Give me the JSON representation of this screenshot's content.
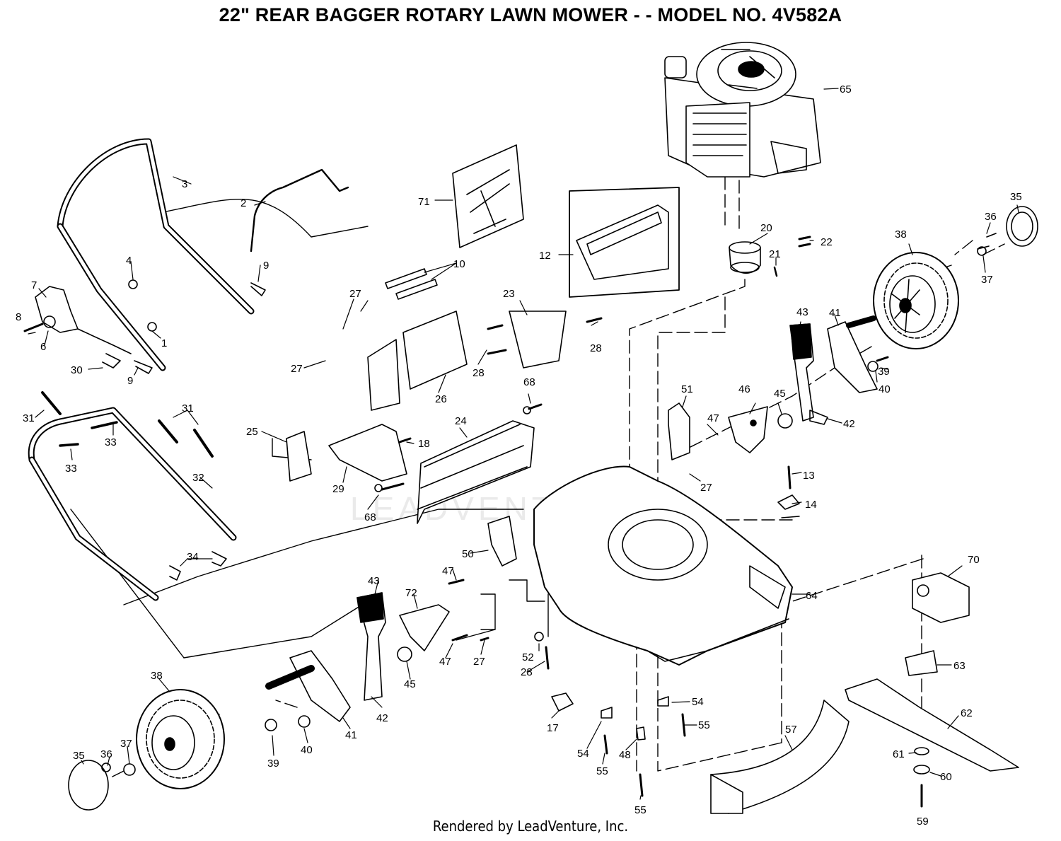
{
  "title": "22\" REAR BAGGER ROTARY LAWN MOWER - - MODEL NO. 4V582A",
  "footer": "Rendered by LeadVenture, Inc.",
  "watermark": "LEADVENTURE",
  "labels": {
    "p1": "1",
    "p2": "2",
    "p3": "3",
    "p4": "4",
    "p6": "6",
    "p7": "7",
    "p8": "8",
    "p9a": "9",
    "p9b": "9",
    "p10": "10",
    "p12": "12",
    "p13": "13",
    "p14": "14",
    "p17": "17",
    "p18": "18",
    "p20": "20",
    "p21": "21",
    "p22": "22",
    "p23": "23",
    "p24": "24",
    "p25": "25",
    "p26": "26",
    "p27a": "27",
    "p27b": "27",
    "p27c": "27",
    "p27d": "27",
    "p28a": "28",
    "p28b": "28",
    "p28c": "28",
    "p29": "29",
    "p30": "30",
    "p31a": "31",
    "p31b": "31",
    "p32": "32",
    "p33a": "33",
    "p33b": "33",
    "p34": "34",
    "p35a": "35",
    "p35b": "35",
    "p36a": "36",
    "p36b": "36",
    "p37a": "37",
    "p37b": "37",
    "p38a": "38",
    "p38b": "38",
    "p39a": "39",
    "p39b": "39",
    "p40a": "40",
    "p40b": "40",
    "p41a": "41",
    "p41b": "41",
    "p42a": "42",
    "p42b": "42",
    "p43a": "43",
    "p43b": "43",
    "p45a": "45",
    "p45b": "45",
    "p46": "46",
    "p47a": "47",
    "p47b": "47",
    "p47c": "47",
    "p48": "48",
    "p50": "50",
    "p51": "51",
    "p52": "52",
    "p54a": "54",
    "p54b": "54",
    "p55a": "55",
    "p55b": "55",
    "p55c": "55",
    "p57": "57",
    "p59": "59",
    "p60": "60",
    "p61": "61",
    "p62": "62",
    "p63": "63",
    "p64": "64",
    "p65": "65",
    "p68a": "68",
    "p68b": "68",
    "p70": "70",
    "p71": "71",
    "p72": "72"
  }
}
